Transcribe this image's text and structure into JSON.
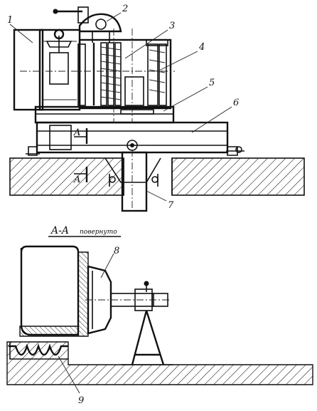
{
  "callouts": {
    "c1": "1",
    "c2": "2",
    "c3": "3",
    "c4": "4",
    "c5": "5",
    "c6": "6",
    "c7": "7",
    "c8": "8",
    "c9": "9"
  },
  "section_marks": {
    "upper": "A",
    "lower": "A"
  },
  "section": {
    "title": "A-A",
    "subtitle": "повернуто"
  }
}
